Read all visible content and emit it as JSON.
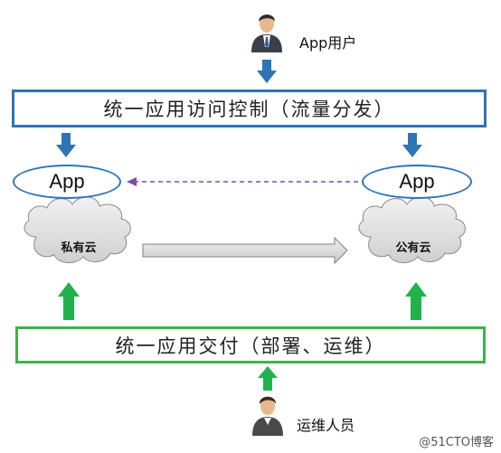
{
  "top_user": {
    "label": "App用户",
    "icon": "businessman-icon"
  },
  "access_control": {
    "label": "统一应用访问控制（流量分发）"
  },
  "app_left": {
    "label": "App"
  },
  "app_right": {
    "label": "App"
  },
  "private_cloud": {
    "label": "私有云"
  },
  "public_cloud": {
    "label": "公有云"
  },
  "delivery": {
    "label": "统一应用交付（部署、运维）"
  },
  "ops_staff": {
    "label": "运维人员",
    "icon": "operator-icon"
  },
  "watermark": {
    "text": "@51CTO博客"
  },
  "colors": {
    "blue": "#2e75b6",
    "arrow_blue": "#2e75b6",
    "green": "#3cb34a",
    "dashed_purple": "#7a4fa0",
    "cloud_gray": "#d9d9d9"
  }
}
